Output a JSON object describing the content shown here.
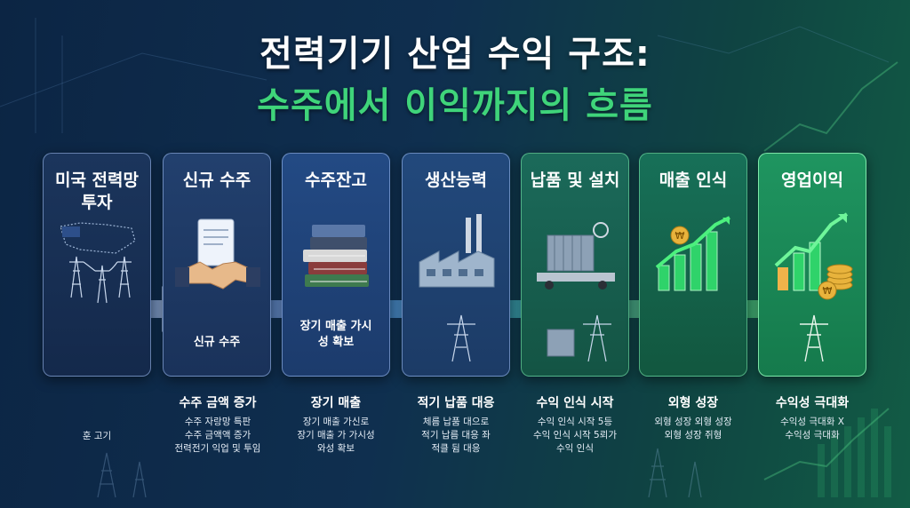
{
  "title": {
    "line1": "전력기기 산업 수익 구조:",
    "line2": "수주에서 이익까지의 흐름"
  },
  "colors": {
    "title_accent": "#3fd47a",
    "card_blue": "#1c3b6c",
    "card_green": "#157a4c",
    "chart_green": "#2fd36a",
    "coin_gold": "#e8b33c"
  },
  "stages": [
    {
      "heading": "미국 전력망 투자",
      "icon": "us-map-power-tower-icon",
      "caption": "",
      "subtitle": "",
      "desc": [
        "훈 고기"
      ]
    },
    {
      "heading": "신규 수주",
      "icon": "contract-handshake-icon",
      "caption": "신규 수주",
      "subtitle": "수주 금액 증가",
      "desc": [
        "수주 자랑망 특판",
        "수주 금액액 증가",
        "전력전기 익업 및 투임"
      ]
    },
    {
      "heading": "수주잔고",
      "icon": "stacked-books-icon",
      "caption": "장기 매출 가시성 확보",
      "subtitle": "장기 매출",
      "desc": [
        "장기 매출 가신로",
        "장기 매출 가 가시성",
        "와성 확보"
      ]
    },
    {
      "heading": "생산능력",
      "icon": "factory-icon",
      "caption": "",
      "subtitle": "적기 납품 대응",
      "desc": [
        "체름 납품 대으로",
        "적기 납름 대응 좌",
        "적클 뒴 대응"
      ]
    },
    {
      "heading": "납품 및 설치",
      "icon": "transformer-truck-icon",
      "caption": "",
      "subtitle": "수익 인식 시작",
      "desc": [
        "수익 인식 시작  5등",
        "수익 인식 시작 5뢰가",
        "수익 인식"
      ]
    },
    {
      "heading": "매출 인식",
      "icon": "bar-chart-won-icon",
      "caption": "",
      "subtitle": "외형 성장",
      "desc": [
        "외형 성장 외형  성장",
        "외형 성장 쥐형"
      ]
    },
    {
      "heading": "영업이익",
      "icon": "chart-coins-icon",
      "caption": "",
      "subtitle": "수익성 극대화",
      "desc": [
        "수익성 극대화 X",
        "수익성 극대화"
      ]
    }
  ]
}
